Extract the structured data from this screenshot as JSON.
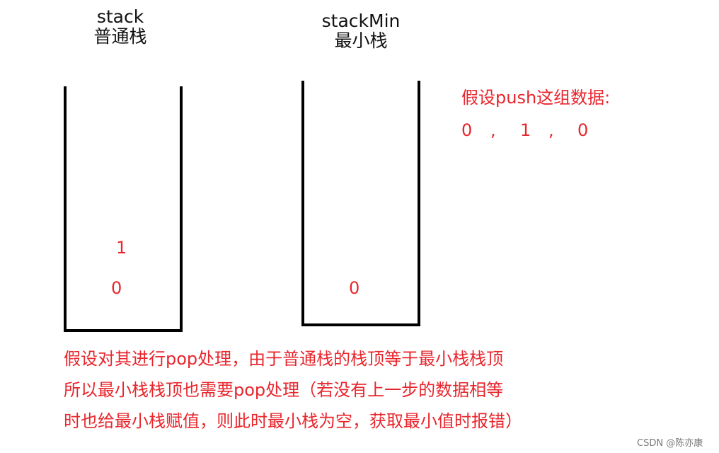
{
  "stack": {
    "name": "stack",
    "subtitle": "普通栈",
    "values": [
      "1",
      "0"
    ]
  },
  "stack_min": {
    "name": "stackMin",
    "subtitle": "最小栈",
    "values": [
      "0"
    ]
  },
  "push_note": {
    "title": "假设push这组数据:",
    "values": [
      "0",
      ",",
      "1",
      ",",
      "0"
    ]
  },
  "explanation": {
    "lines": [
      "假设对其进行pop处理，由于普通栈的栈顶等于最小栈栈顶",
      "所以最小栈栈顶也需要pop处理（若没有上一步的数据相等",
      "时也给最小栈赋值，则此时最小栈为空，获取最小值时报错）"
    ]
  },
  "watermark": "CSDN @陈亦康",
  "colors": {
    "annotation": "#e8262d",
    "outline": "#000000"
  }
}
